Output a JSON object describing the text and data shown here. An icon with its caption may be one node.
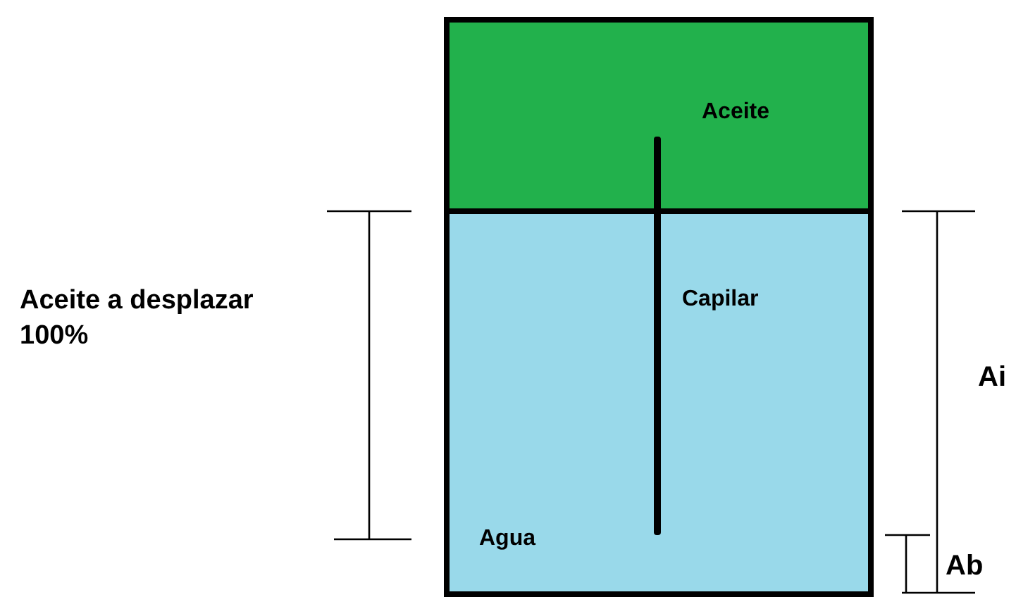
{
  "diagram": {
    "nodes": [
      {
        "text": [
          "Aceite"
        ]
      },
      {
        "text": [
          "Agua"
        ]
      },
      {
        "text": [],
        "shape": "bar"
      }
    ],
    "labels": [
      "Aceite a desplazar 100%",
      "Capilar",
      "Ai",
      "Ab"
    ]
  }
}
